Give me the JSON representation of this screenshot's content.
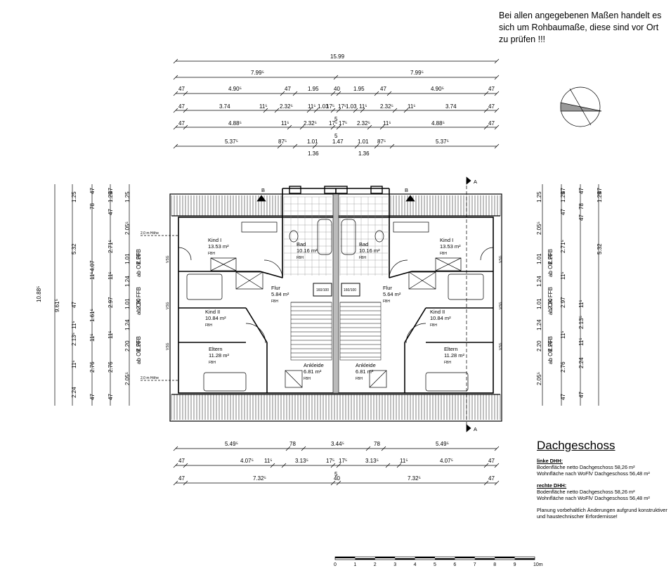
{
  "note": "Bei allen angegebenen Maßen handelt es sich um Rohbaumaße, diese sind vor Ort zu prüfen !!!",
  "top_dims": {
    "total": "15.99",
    "halves": [
      "7.99⁵",
      "7.99⁵"
    ],
    "row3": [
      "47",
      "4.90⁵",
      "47",
      "1.95",
      "40",
      "1.95",
      "47",
      "4.90⁵",
      "47"
    ],
    "row4": [
      "47",
      "3.74",
      "11⁵",
      "2.32⁵",
      "11⁵",
      "1.03",
      "17⁵",
      "17⁵",
      "1.03",
      "11⁵",
      "2.32⁵",
      "11⁵",
      "3.74",
      "47"
    ],
    "row4_sub": "5",
    "row5": [
      "47",
      "4.88⁵",
      "11⁵",
      "2.32⁵",
      "17⁵",
      "17⁵",
      "2.32⁵",
      "11⁵",
      "4.88⁵",
      "47"
    ],
    "row5_sub": "5",
    "row6": [
      "5.37⁵",
      "87⁵",
      "1.01",
      "1.47",
      "1.01",
      "87⁵",
      "5.37⁵"
    ],
    "row6_sub": [
      "1.36",
      "1.36"
    ]
  },
  "bottom_dims": {
    "row1": [
      "5.49⁵",
      "78",
      "3.44⁵",
      "78",
      "5.49⁵"
    ],
    "row2": [
      "47",
      "4.07⁵",
      "11⁵",
      "3.13⁵",
      "17⁵",
      "17⁵",
      "3.13⁵",
      "11⁵",
      "4.07⁵",
      "47"
    ],
    "row2_sub": "5",
    "row3": [
      "47",
      "7.32⁵",
      "40",
      "7.32⁵",
      "47"
    ]
  },
  "left_dims": {
    "total": "10.88⁵",
    "c2": [
      "9.61⁵"
    ],
    "c3": [
      "1.25",
      "5.32",
      "47",
      "11⁵",
      "2.13⁵",
      "11⁵",
      "2.24",
      "47"
    ],
    "c4": [
      "47",
      "78",
      "4.07",
      "11⁵",
      "1.61⁵",
      "11⁵",
      "2.76",
      "47"
    ],
    "c5": [
      "47",
      "1.25",
      "47",
      "2.71⁵",
      "11⁵",
      "2.97",
      "11⁵",
      "2.76",
      "47"
    ],
    "c6": [
      "1.25",
      "2.05⁵",
      "1.01",
      "1.24",
      "1.01",
      "1.24",
      "2.20",
      "2.05⁵"
    ],
    "c7": [
      "2.20",
      "ab OK FFB",
      "2.20",
      "ab OK FFB",
      "2.20",
      "ab OK FFB"
    ]
  },
  "right_dims": {
    "c1": [
      "1.25",
      "2.05⁵",
      "1.01",
      "1.24",
      "1.01",
      "1.24",
      "2.20",
      "2.05⁵"
    ],
    "c2": [
      "2.20",
      "ab OK FFB",
      "2.20",
      "ab OK FFB",
      "2.20",
      "ab OK FFB"
    ],
    "c3": [
      "47",
      "1.25",
      "47",
      "2.71⁵",
      "11⁵",
      "2.97",
      "11⁵",
      "2.76",
      "47"
    ],
    "c4": [
      "47",
      "78",
      "47",
      "11⁵",
      "2.13⁵",
      "11⁵",
      "2.24",
      "47"
    ],
    "c5": [
      "47",
      "1.25",
      "5.32"
    ]
  },
  "plan": {
    "hoehe_label": "2,0 m Höhe",
    "section_mark": "B",
    "section_mark_a": "A",
    "vsg": "VSG",
    "tub": "160/100",
    "rooms": [
      {
        "name": "Kind I",
        "area": "13.53 m²",
        "fbh": "FBH"
      },
      {
        "name": "Bad",
        "area": "10.16 m²",
        "fbh": "FBH"
      },
      {
        "name": "Bad",
        "area": "10.16 m²",
        "fbh": "FBH"
      },
      {
        "name": "Kind I",
        "area": "13.53 m²",
        "fbh": "FBH"
      },
      {
        "name": "Flur",
        "area": "5.84 m²",
        "fbh": "FBH"
      },
      {
        "name": "Flur",
        "area": "5.64 m²",
        "fbh": "FBH"
      },
      {
        "name": "Kind II",
        "area": "10.84 m²",
        "fbh": "FBH"
      },
      {
        "name": "Kind II",
        "area": "10.84 m²",
        "fbh": "FBH"
      },
      {
        "name": "Eltern",
        "area": "11.28 m²",
        "fbh": "FBH"
      },
      {
        "name": "Eltern",
        "area": "11.28 m²",
        "fbh": "FBH"
      },
      {
        "name": "Ankleide",
        "area": "6.81 m²",
        "fbh": "FBH"
      },
      {
        "name": "Ankleide",
        "area": "6.81 m²",
        "fbh": "FBH"
      }
    ]
  },
  "legend": {
    "title": "Dachgeschoss",
    "left_title": "linke DHH:",
    "left_line1": "Bodenfläche netto Dachgeschoss 58,26 m²",
    "left_line2": "Wohnfläche nach WoFlV Dachgeschoss 56,48 m²",
    "right_title": "rechte DHH:",
    "right_line1": "Bodenfläche netto Dachgeschoss 58,26 m²",
    "right_line2": "Wohnfläche nach WoFlV Dachgeschoss 56,48 m²",
    "remark": "Planung vorbehaltlich Änderungen aufgrund konstruktiver und haustechnischer Erfordernisse!"
  },
  "scale": {
    "ticks": [
      "0",
      "1",
      "2",
      "3",
      "4",
      "5",
      "6",
      "7",
      "8",
      "9",
      "10m"
    ]
  }
}
